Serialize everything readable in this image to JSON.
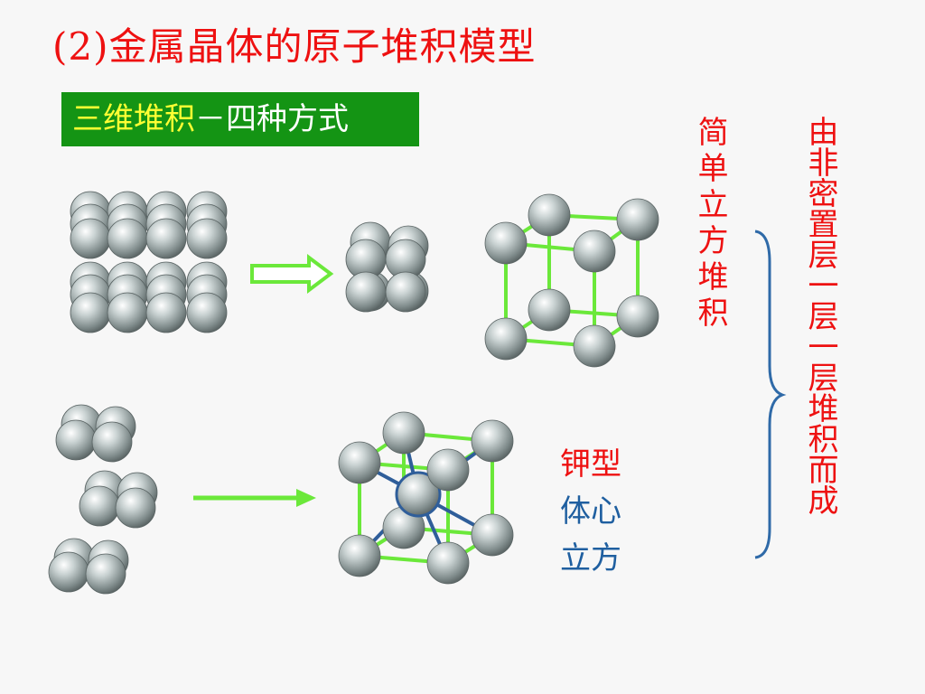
{
  "title": "(2)金属晶体的原子堆积模型",
  "subtitle": {
    "highlight": "三维堆积",
    "rest": "－四种方式"
  },
  "simple_cubic_label": "简单立方堆积",
  "layer_stacking_label": "由非密置层一层一层堆积而成",
  "bcc_label": {
    "line1": "钾型",
    "line2": "体心",
    "line3": "立方"
  },
  "colors": {
    "title": "#ee1111",
    "subtitle_bg": "#149414",
    "subtitle_highlight": "#ffff33",
    "bcc_line1": "#ee1111",
    "bcc_line2_3": "#1f5fa0",
    "edge_green": "#6be83a",
    "brace_blue": "#2f6aa8"
  }
}
